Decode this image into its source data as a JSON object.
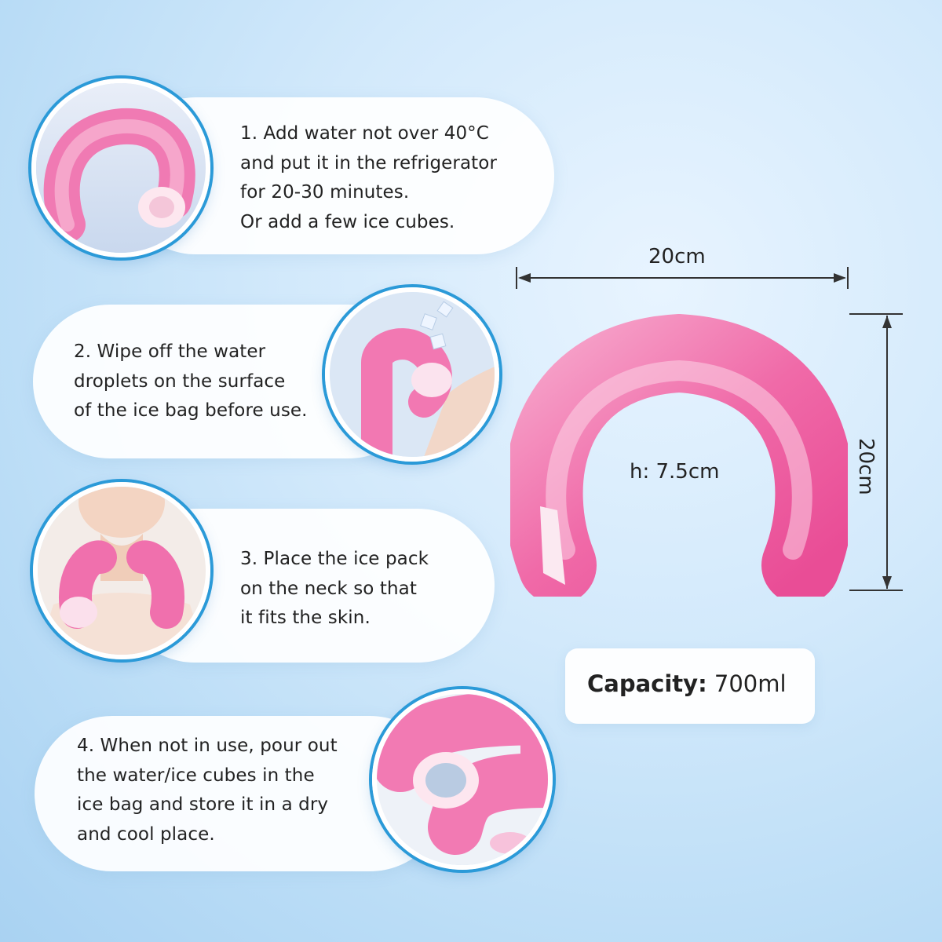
{
  "steps": [
    {
      "text": "1. Add water not over 40°C\nand put it in the refrigerator\nfor 20-30 minutes.\nOr add a few ice cubes.",
      "image_icon": "filled-neck-ice-pack-photo"
    },
    {
      "text": "2. Wipe off the water\ndroplets on the surface\nof the ice bag before use.",
      "image_icon": "adding-ice-cubes-photo"
    },
    {
      "text": "3. Place the ice pack\non the neck so that\nit fits the skin.",
      "image_icon": "woman-wearing-ice-pack-photo"
    },
    {
      "text": "4. When not in use, pour out\nthe water/ice cubes in the\nice bag and store it in a dry\nand cool place.",
      "image_icon": "ice-pack-opening-cap-photo"
    }
  ],
  "dimensions": {
    "width": "20cm",
    "height": "20cm",
    "thickness": "h: 7.5cm"
  },
  "capacity": {
    "label": "Capacity:",
    "value": "700ml"
  },
  "colors": {
    "accent_ring": "#2b9ad8",
    "product_pink": "#f06aa8",
    "background": "#cfe7fa"
  }
}
